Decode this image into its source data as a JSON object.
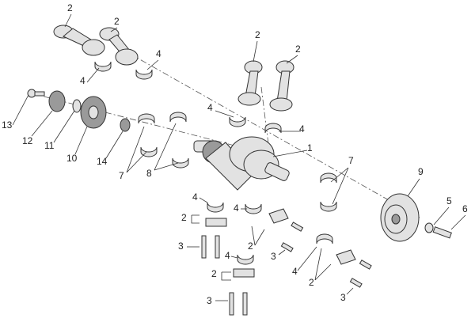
{
  "diagram": {
    "title": "Crankshaft exploded view",
    "callouts": [
      "2",
      "2",
      "2",
      "2",
      "4",
      "4",
      "4",
      "4",
      "4",
      "4",
      "4",
      "4",
      "13",
      "12",
      "11",
      "10",
      "14",
      "7",
      "7",
      "8",
      "1",
      "9",
      "5",
      "6",
      "2",
      "2",
      "2",
      "2",
      "3",
      "3",
      "3",
      "3"
    ]
  }
}
